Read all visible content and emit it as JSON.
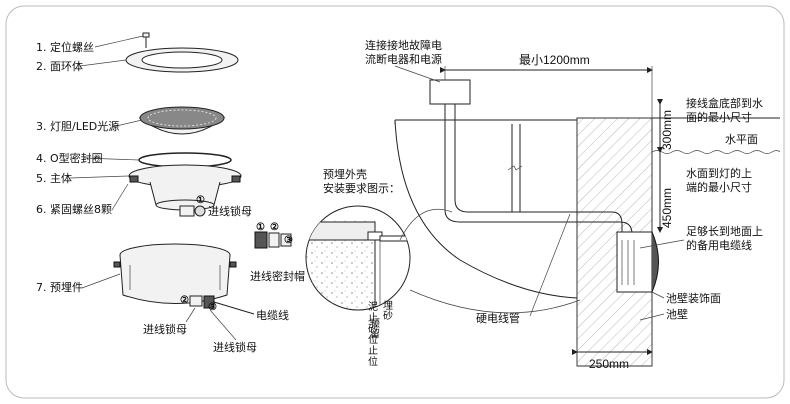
{
  "parts": {
    "p1": "1. 定位螺丝",
    "p2": "2. 面环体",
    "p3": "3. 灯胆/LED光源",
    "p4": "4. O型密封圈",
    "p5": "5. 主体",
    "p6": "6. 紧固螺丝8颗",
    "p7": "7. 预埋件"
  },
  "callouts": {
    "lock_nut": "进线锁母",
    "seal_nut": "进线密封帽",
    "lock_nut_2": "进线锁母",
    "cable": "电缆线",
    "lock_nut_3": "进线锁母",
    "n1": "①",
    "n2": "②",
    "n3": "③"
  },
  "install": {
    "breaker_line1": "连接接地故障电",
    "breaker_line2": "流断电器和电源",
    "min_dist": "最小1200mm",
    "junction_line1": "接线盒底部到水",
    "junction_line2": "面的最小尺寸",
    "dim_300": "300mm",
    "water_level": "水平面",
    "dim_450": "450mm",
    "lamp_line1": "水面到灯的上",
    "lamp_line2": "端的最小尺寸",
    "cable_line1": "足够长到地面上",
    "cable_line2": "的备用电缆线",
    "shell_line1": "预埋外壳",
    "shell_line2": "安装要求图示：",
    "shell_note_col1": "预留",
    "shell_note_col2": "埋砂",
    "shell_note_col3": "泥止",
    "shell_note_col4": "砂位",
    "shell_note_col5": "止位",
    "conduit": "硬电线管",
    "wall_finish": "池壁装饰面",
    "pool_wall": "池壁",
    "dim_250": "250mm"
  }
}
